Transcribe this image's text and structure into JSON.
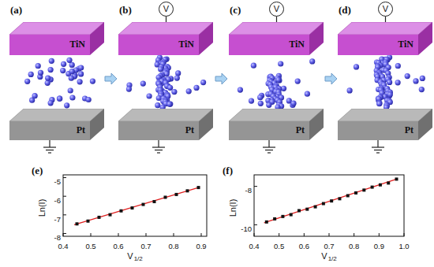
{
  "diagram": {
    "nodes": [
      {
        "text": [
          "TiN"
        ]
      },
      {
        "text": [
          "Pt"
        ]
      },
      {
        "text": [
          "V"
        ]
      },
      {
        "text": [
          "TiN"
        ]
      },
      {
        "text": [
          "Pt"
        ]
      },
      {
        "text": [
          "V"
        ]
      },
      {
        "text": [
          "TiN"
        ]
      },
      {
        "text": [
          "Pt"
        ]
      },
      {
        "text": [
          "V"
        ]
      },
      {
        "text": [
          "TiN"
        ]
      },
      {
        "text": [
          "Pt"
        ]
      }
    ],
    "edges": [
      {
        "from": 2,
        "to": 3,
        "arrow": "none"
      },
      {
        "from": 5,
        "to": 6,
        "arrow": "none"
      },
      {
        "from": 8,
        "to": 9,
        "arrow": "none"
      }
    ],
    "labels": [
      "(a)",
      "(b)",
      "(c)",
      "(d)",
      "(e)",
      "(f)",
      "-5",
      "-6",
      "-7",
      "-8",
      "0.4",
      "0.5",
      "0.6",
      "0.7",
      "0.8",
      "0.9",
      "Ln(I)",
      "V",
      "1/2",
      "-8",
      "-10",
      "0.4",
      "0.5",
      "0.6",
      "0.7",
      "0.8",
      "0.9",
      "1.0",
      "Ln(I)",
      "V",
      "1/2"
    ]
  }
}
